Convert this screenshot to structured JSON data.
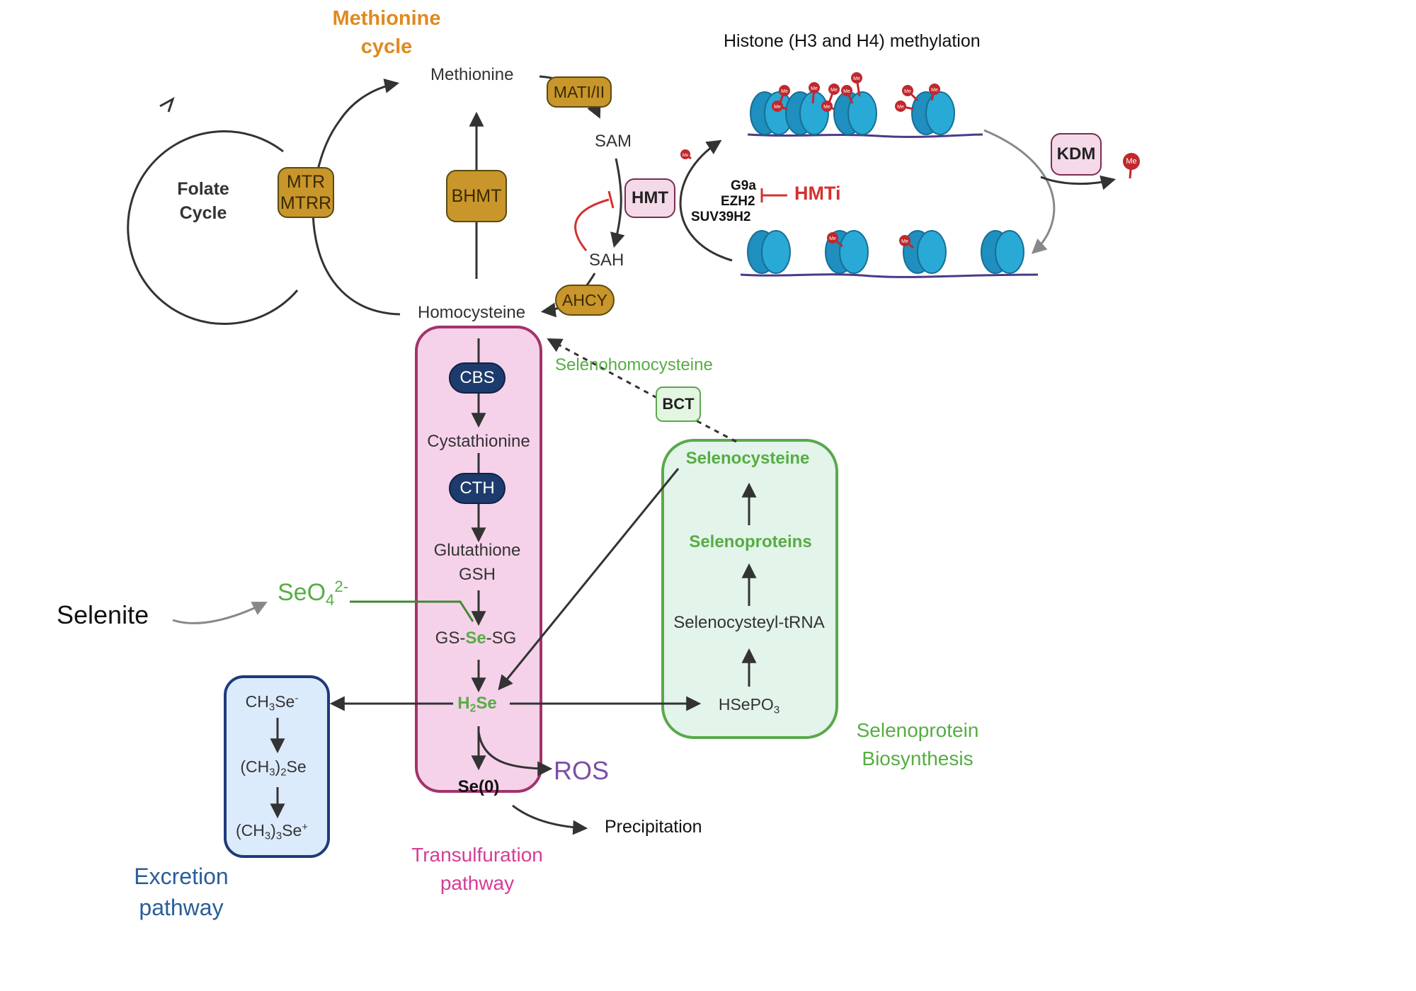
{
  "titles": {
    "methionine_cycle": "Methionine\ncycle",
    "histone": "Histone (H3 and H4) methylation",
    "folate_cycle": "Folate\nCycle",
    "transsulfuration": "Transulfuration\npathway",
    "excretion": "Excretion\npathway",
    "selenoprotein_biosynthesis": "Selenoprotein\nBiosynthesis"
  },
  "metabolites": {
    "methionine": "Methionine",
    "sam": "SAM",
    "sah": "SAH",
    "homocysteine": "Homocysteine",
    "selenohomocysteine": "Selenohomocysteine",
    "cystathionine": "Cystathionine",
    "glutathione": "Glutathione",
    "gsh": "GSH",
    "gs_se_sg": {
      "left": "GS-",
      "mid": "Se",
      "right": "-SG"
    },
    "h2se": {
      "a": "H",
      "sub": "2",
      "b": "Se"
    },
    "se0": "Se(0)",
    "ros": "ROS",
    "precipitation": "Precipitation",
    "selenite": "Selenite",
    "seo4": {
      "base": "SeO",
      "sub": "4",
      "sup": "2-"
    },
    "ch3se": {
      "a": "CH",
      "sub": "3",
      "b": "Se",
      "sup": "-"
    },
    "ch3_2se": {
      "a": "(CH",
      "sub": "3",
      "b": ")",
      "sub2": "2",
      "c": "Se"
    },
    "ch3_3se": {
      "a": "(CH",
      "sub": "3",
      "b": ")",
      "sub2": "3",
      "c": "Se",
      "sup": "+"
    },
    "selenocysteine": "Selenocysteine",
    "selenoproteins": "Selenoproteins",
    "selenocysteyl_trna": "Selenocysteyl-tRNA",
    "hsepo3": {
      "a": "HSePO",
      "sub": "3"
    }
  },
  "enzymes": {
    "mtr": "MTR",
    "mtrr": "MTRR",
    "bhmt": "BHMT",
    "mat": "MATI/II",
    "ahcy": "AHCY",
    "hmt": "HMT",
    "kdm": "KDM",
    "cbs": "CBS",
    "cth": "CTH",
    "bct": "BCT"
  },
  "inhibitors": {
    "g9a": "G9a",
    "ezh2": "EZH2",
    "suv39h2": "SUV39H2",
    "hmti": "HMTi"
  },
  "mark_label": "Me",
  "colors": {
    "orange": "#e08a1e",
    "pink_title": "#d63c96",
    "blue_title": "#2a5d99",
    "green": "#56ad43",
    "purple": "#7b4ea8",
    "red": "#d63030",
    "gold": "#c8962a",
    "navy": "#1d3b6c",
    "nucleosome": "#29a9d6"
  }
}
